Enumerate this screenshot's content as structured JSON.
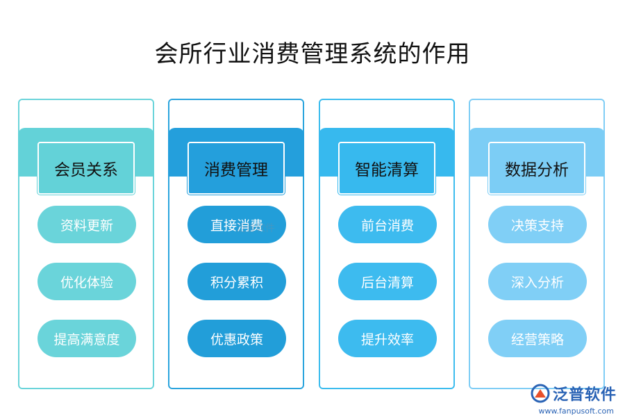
{
  "title": "会所行业消费管理系统的作用",
  "columns": [
    {
      "heading": "会员关系",
      "items": [
        "资料更新",
        "优化体验",
        "提高满意度"
      ]
    },
    {
      "heading": "消费管理",
      "items": [
        "直接消费",
        "积分累积",
        "优惠政策"
      ]
    },
    {
      "heading": "智能清算",
      "items": [
        "前台消费",
        "后台清算",
        "提升效率"
      ]
    },
    {
      "heading": "数据分析",
      "items": [
        "决策支持",
        "深入分析",
        "经营策略"
      ]
    }
  ],
  "watermark": "泛普软件",
  "logo": {
    "text": "泛普软件",
    "url": "www.fanpusoft.com"
  },
  "colors": {
    "col1": "#63d2d8",
    "col2": "#249fdc",
    "col3": "#37b9ee",
    "col4": "#7ccdf5",
    "logo": "#2a63b5"
  }
}
